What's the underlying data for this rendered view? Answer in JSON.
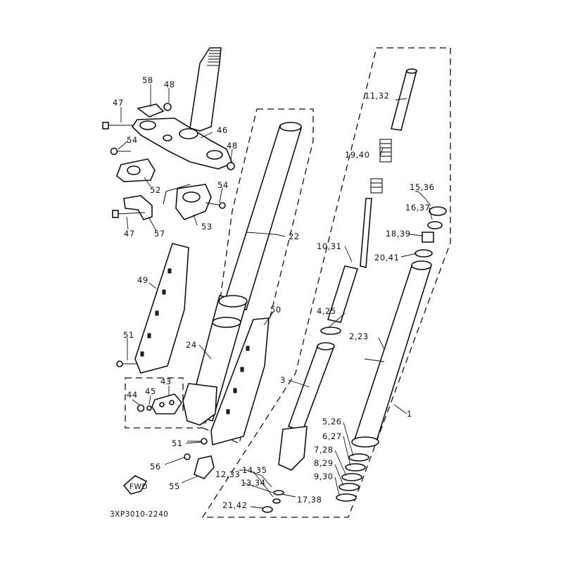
{
  "diagram": {
    "code": "3XP3010-2240",
    "fwd_mark": "FWD",
    "labels": {
      "l1": "1",
      "l2_23": "2,23",
      "l3": "3",
      "l4_25": "4,25",
      "l5_26": "5,26",
      "l6_27": "6,27",
      "l7_28": "7,28",
      "l8_29": "8,29",
      "l9_30": "9,30",
      "l10_31": "10,31",
      "l11_32": "11,32",
      "l12_33": "12,33",
      "l13_34": "13,34",
      "l14_35": "14,35",
      "l15_36": "15,36",
      "l16_37": "16,37",
      "l17_38": "17,38",
      "l18_39": "18,39",
      "l19_40": "19,40",
      "l20_41": "20,41",
      "l21_42": "21,42",
      "l22": "22",
      "l24": "24",
      "l43": "43",
      "l44": "44",
      "l45": "45",
      "l46": "46",
      "l47a": "47",
      "l47b": "47",
      "l48a": "48",
      "l48b": "48",
      "l49": "49",
      "l50": "50",
      "l51a": "51",
      "l51b": "51",
      "l52": "52",
      "l53": "53",
      "l54a": "54",
      "l54b": "54",
      "l55": "55",
      "l56": "56",
      "l57": "57",
      "l58": "58"
    }
  }
}
